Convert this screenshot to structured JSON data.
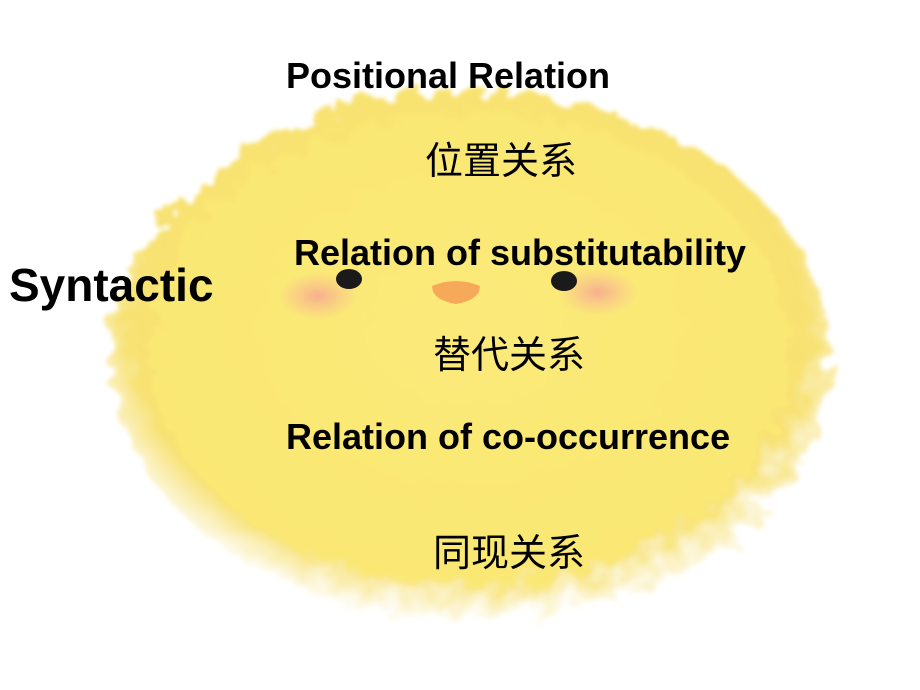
{
  "slide": {
    "heading": "Syntactic",
    "items": [
      {
        "en": "Positional Relation",
        "zh": "位置关系"
      },
      {
        "en": "Relation of substitutability",
        "zh": "替代关系"
      },
      {
        "en": "Relation of co-occurrence",
        "zh": "同现关系"
      }
    ]
  },
  "colors": {
    "chick_body": "#fbe871",
    "chick_beak": "#f6a958",
    "chick_blush": "#f7b49a",
    "chick_eye": "#1a1a1a"
  }
}
